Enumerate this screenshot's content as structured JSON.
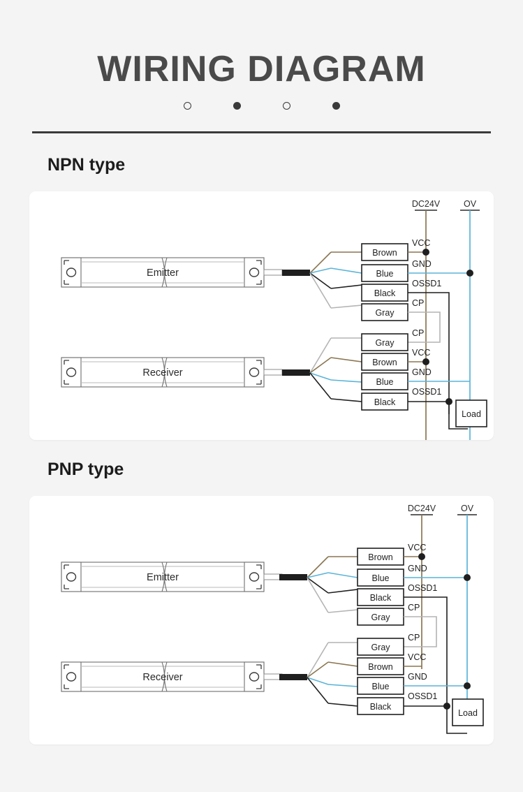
{
  "header": {
    "title": "WIRING DIAGRAM",
    "dots": [
      "hollow",
      "solid",
      "hollow",
      "solid"
    ]
  },
  "colors": {
    "background": "#f4f4f4",
    "card": "#ffffff",
    "title_text": "#4a4a4a",
    "section_text": "#1c1c1c",
    "rule": "#3a3a3a",
    "wire_brown": "#8a7550",
    "wire_blue": "#5ab4d8",
    "wire_black": "#1f1f1f",
    "wire_gray": "#b4b4b4",
    "device_outline": "#6f6f6f"
  },
  "sections": [
    {
      "id": "npn",
      "title": "NPN type",
      "supply": {
        "positive": "DC24V",
        "negative": "OV"
      },
      "load": "Load",
      "devices": [
        {
          "name": "Emitter"
        },
        {
          "name": "Receiver"
        }
      ],
      "emitter_wires": [
        {
          "color_label": "Brown",
          "signal": "VCC"
        },
        {
          "color_label": "Blue",
          "signal": "GND"
        },
        {
          "color_label": "Black",
          "signal": "OSSD1"
        },
        {
          "color_label": "Gray",
          "signal": "CP"
        }
      ],
      "receiver_wires": [
        {
          "color_label": "Gray",
          "signal": "CP"
        },
        {
          "color_label": "Brown",
          "signal": "VCC"
        },
        {
          "color_label": "Blue",
          "signal": "GND"
        },
        {
          "color_label": "Black",
          "signal": "OSSD1"
        }
      ]
    },
    {
      "id": "pnp",
      "title": "PNP type",
      "supply": {
        "positive": "DC24V",
        "negative": "OV"
      },
      "load": "Load",
      "devices": [
        {
          "name": "Emitter"
        },
        {
          "name": "Receiver"
        }
      ],
      "emitter_wires": [
        {
          "color_label": "Brown",
          "signal": "VCC"
        },
        {
          "color_label": "Blue",
          "signal": "GND"
        },
        {
          "color_label": "Black",
          "signal": "OSSD1"
        },
        {
          "color_label": "Gray",
          "signal": "CP"
        }
      ],
      "receiver_wires": [
        {
          "color_label": "Gray",
          "signal": "CP"
        },
        {
          "color_label": "Brown",
          "signal": "VCC"
        },
        {
          "color_label": "Blue",
          "signal": "GND"
        },
        {
          "color_label": "Black",
          "signal": "OSSD1"
        }
      ]
    }
  ]
}
